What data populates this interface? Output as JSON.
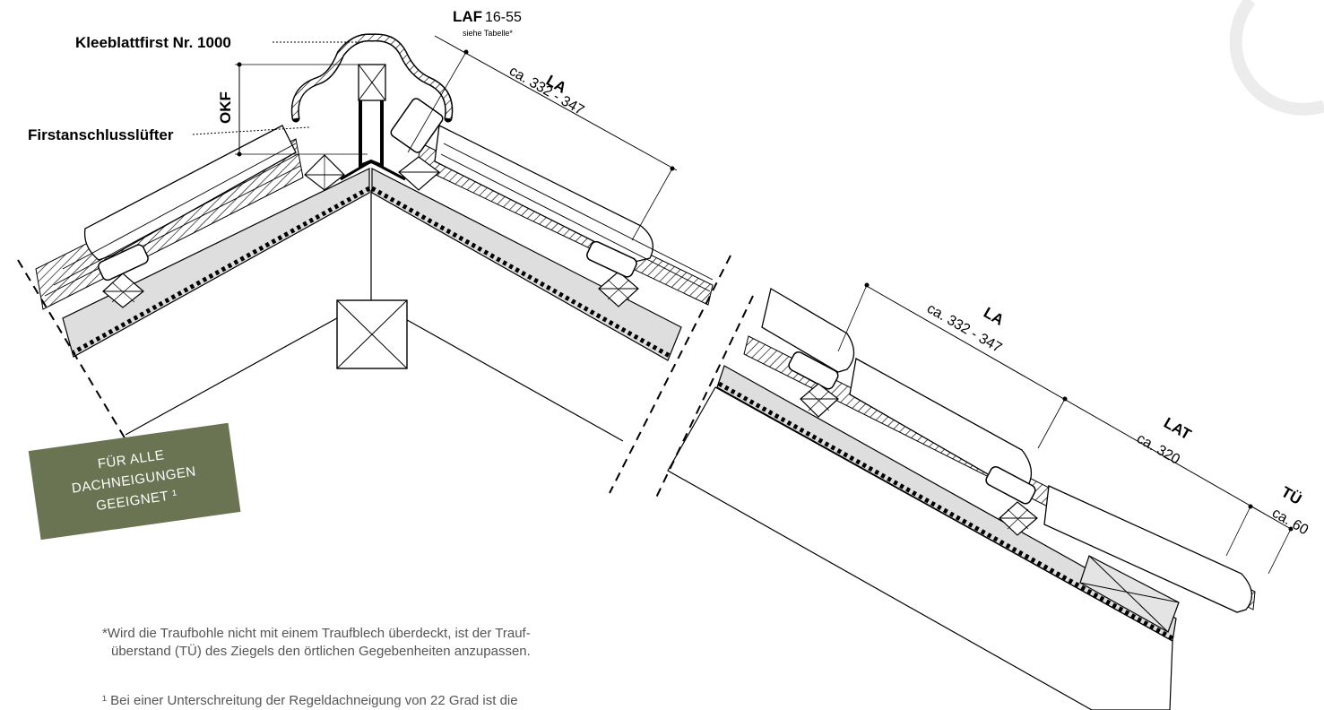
{
  "labels": {
    "ridge_tile": "Kleeblattfirst Nr. 1000",
    "ridge_vent": "Firstanschlusslüfter",
    "okf": "OKF",
    "laf_bold": "LAF",
    "laf_value": "16-55",
    "laf_note": "siehe Tabelle*"
  },
  "dimensions": {
    "la_top_label": "LA",
    "la_top_value": "ca. 332 - 347",
    "la_right_label": "LA",
    "la_right_value": "ca. 332 - 347",
    "lat_label": "LAT",
    "lat_value": "ca. 320",
    "tu_label": "TÜ",
    "tu_value": "ca. 60"
  },
  "badge": {
    "line1": "FÜR ALLE",
    "line2": "DACHNEIGUNGEN",
    "line3": "GEEIGNET ¹",
    "color": "#6b7452"
  },
  "footnotes": {
    "star_line1": "*Wird die Traufbohle nicht mit einem Traufblech überdeckt, ist der Trauf-",
    "star_line2": "überstand (TÜ) des Ziegels den örtlichen Gegebenheiten anzupassen.",
    "one_line1": "¹ Bei einer Unterschreitung der Regeldachneigung von 22 Grad ist die"
  }
}
